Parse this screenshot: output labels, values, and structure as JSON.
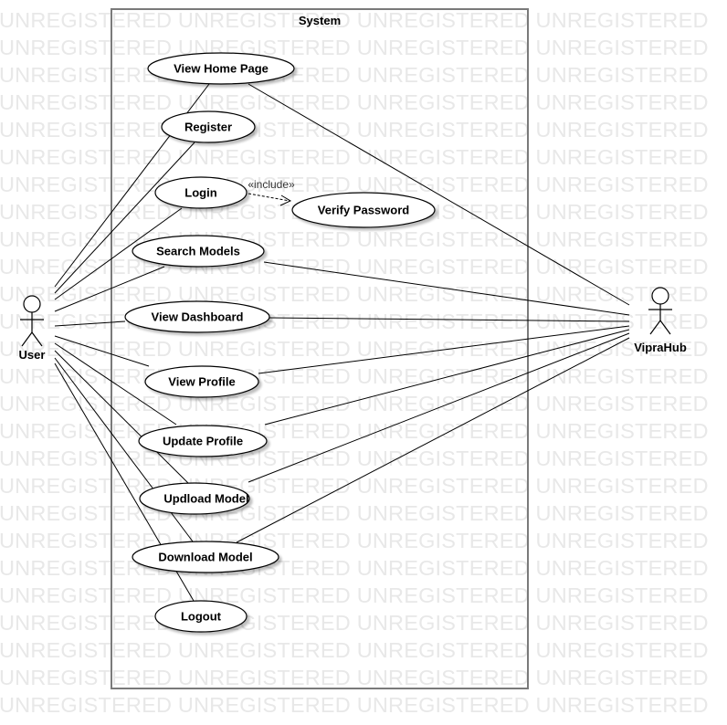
{
  "watermark_text": "UNREGISTERED",
  "system": {
    "title": "System"
  },
  "actors": {
    "user": {
      "label": "User"
    },
    "viprahub": {
      "label": "VipraHub"
    }
  },
  "use_cases": {
    "view_home_page": "View Home Page",
    "register": "Register",
    "login": "Login",
    "verify_password": "Verify Password",
    "search_models": "Search Models",
    "view_dashboard": "View Dashboard",
    "view_profile": "View Profile",
    "update_profile": "Update Profile",
    "upload_model": "Updload Model",
    "download_model": "Download Model",
    "logout": "Logout"
  },
  "include_label": "«include»",
  "colors": {
    "line": "#000000",
    "watermark": "#e8e8e8",
    "frame": "#7a7a7a"
  }
}
